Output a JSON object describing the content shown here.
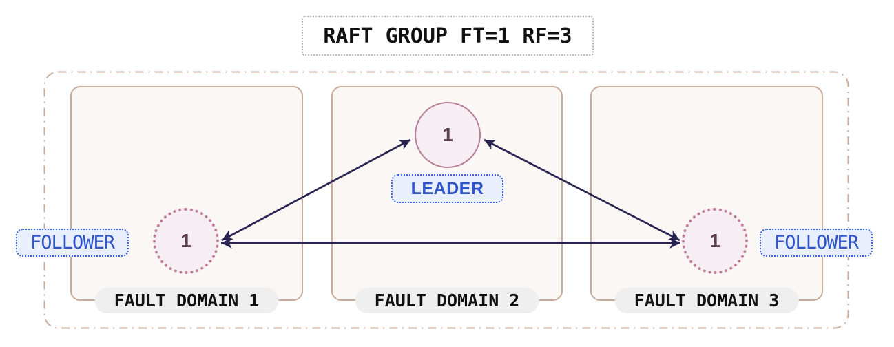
{
  "title": {
    "text": "RAFT GROUP FT=1 RF=3"
  },
  "raft_group": {
    "leader": {
      "node_value": "1",
      "label": "LEADER"
    },
    "followers": [
      {
        "node_value": "1",
        "label": "FOLLOWER"
      },
      {
        "node_value": "1",
        "label": "FOLLOWER"
      }
    ],
    "fault_domains": [
      {
        "label": "FAULT DOMAIN 1"
      },
      {
        "label": "FAULT DOMAIN 2"
      },
      {
        "label": "FAULT DOMAIN 3"
      }
    ],
    "fault_tolerance": "FT=1",
    "replication_factor": "RF=3"
  },
  "colors": {
    "arrow": "#2a2550",
    "outer-border": "#c9ad9d",
    "domain-border": "#c9ab9b",
    "domain-fill": "#faf7f4",
    "leader-border": "#b87f98",
    "follower-border": "#c07d96",
    "node-fill": "#f6eef2",
    "node-text": "#5d4050",
    "role-text": "#2f55cb",
    "role-border": "#3d64d8",
    "role-fill": "#e9effc",
    "pill-fill": "#efefef",
    "title-border": "#b3b3b3"
  }
}
